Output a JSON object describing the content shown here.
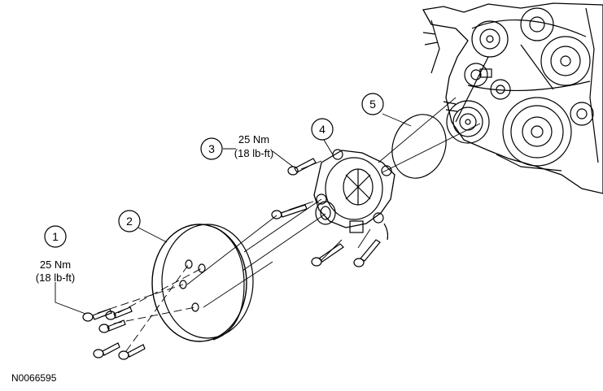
{
  "callouts": [
    {
      "number": "1",
      "torque_nm": "25 Nm",
      "torque_lbft": "(18 lb-ft)"
    },
    {
      "number": "2"
    },
    {
      "number": "3",
      "torque_nm": "25 Nm",
      "torque_lbft": "(18 lb-ft)"
    },
    {
      "number": "4"
    },
    {
      "number": "5"
    }
  ],
  "figure_id": "N0066595"
}
